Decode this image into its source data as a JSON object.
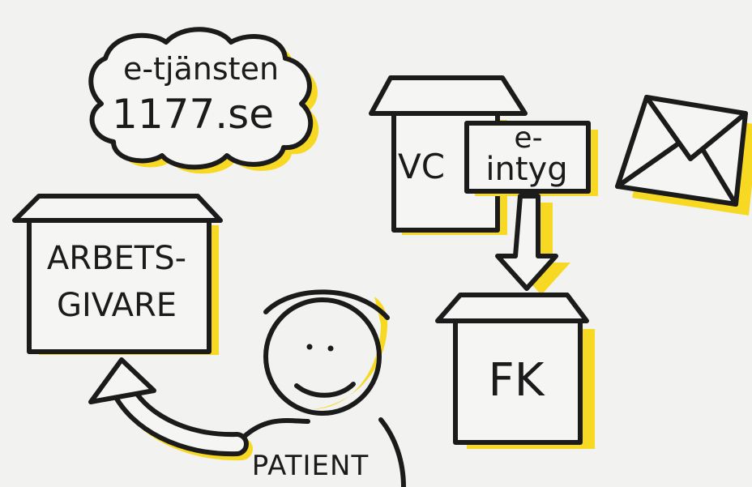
{
  "diagram": {
    "cloud": {
      "line1": "e-tjänsten",
      "line2": "1177.se"
    },
    "employer": {
      "line1": "ARBETS-",
      "line2": "GIVARE"
    },
    "clinic": {
      "label": "VC"
    },
    "certificate": {
      "line1": "e-",
      "line2": "intyg"
    },
    "agency": {
      "label": "FK"
    },
    "person": {
      "label": "PATIENT"
    },
    "envelope": {}
  },
  "colors": {
    "ink": "#1b1b1b",
    "highlight": "#f7d823",
    "background": "#f2f3f1"
  }
}
